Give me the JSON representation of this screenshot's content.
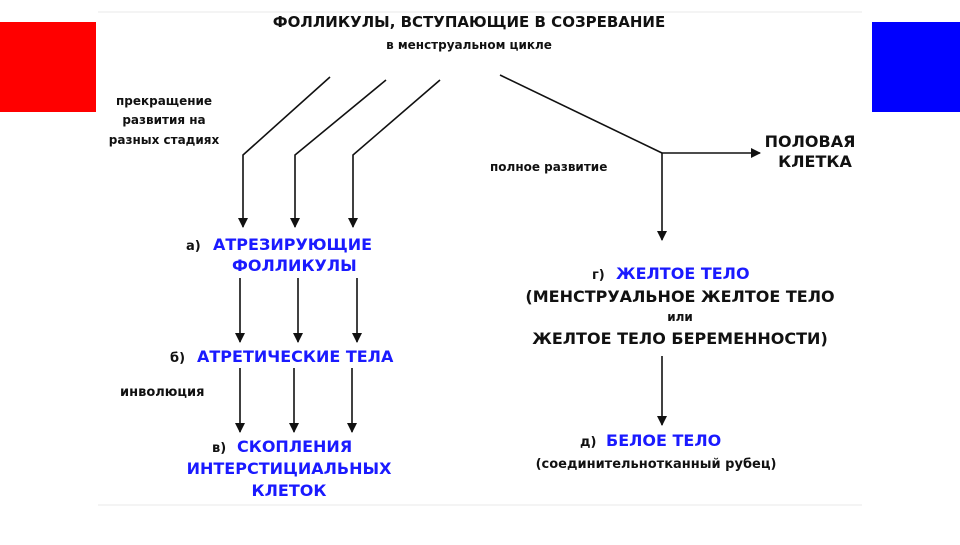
{
  "colors": {
    "left_block": "#ff0000",
    "right_block": "#0000ff",
    "accent_text": "#1a1aff"
  },
  "title": "ФОЛЛИКУЛЫ, ВСТУПАЮЩИЕ В СОЗРЕВАНИЕ",
  "subtitle": "в менструальном цикле",
  "left_note": [
    "прекращение",
    "развития на",
    "разных стадиях"
  ],
  "full_dev": "полное развитие",
  "germ_cell": [
    "ПОЛОВАЯ",
    "КЛЕТКА"
  ],
  "a": {
    "mark": "а)",
    "label_1": "АТРЕЗИРУЮЩИЕ",
    "label_2": "ФОЛЛИКУЛЫ"
  },
  "b": {
    "mark": "б)",
    "label": "АТРЕТИЧЕСКИЕ ТЕЛА"
  },
  "involution": "инволюция",
  "v": {
    "mark": "в)",
    "label_1": "СКОПЛЕНИЯ",
    "label_2": "ИНТЕРСТИЦИАЛЬНЫХ",
    "label_3": "КЛЕТОК"
  },
  "g": {
    "mark": "г)",
    "label": "ЖЕЛТОЕ ТЕЛО",
    "line_2": "(МЕНСТРУАЛЬНОЕ ЖЕЛТОЕ ТЕЛО",
    "line_3": "или",
    "line_4": "ЖЕЛТОЕ ТЕЛО БЕРЕМЕННОСТИ)"
  },
  "d": {
    "mark": "д)",
    "label": "БЕЛОЕ ТЕЛО",
    "note": "(соединительнотканный рубец)"
  }
}
